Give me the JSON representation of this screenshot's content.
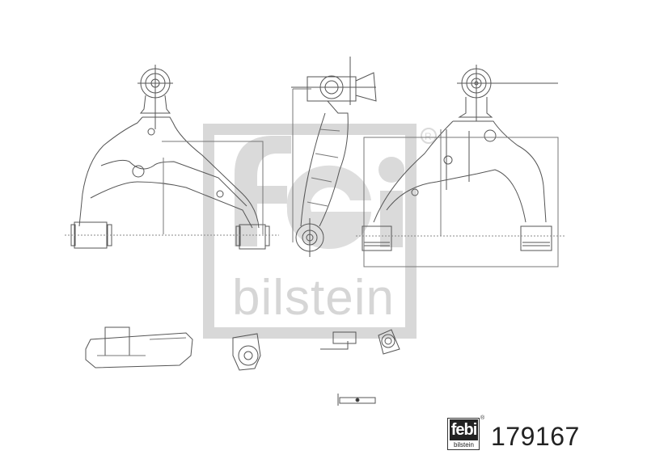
{
  "diagram": {
    "type": "technical-drawing",
    "subject": "Control arm / wishbone with bushings and ball joint",
    "views": [
      {
        "name": "front-view-left-arm"
      },
      {
        "name": "side-view-arm"
      },
      {
        "name": "rear-view-right-arm"
      },
      {
        "name": "detail-bracket"
      },
      {
        "name": "detail-bushing"
      },
      {
        "name": "detail-nut-section"
      },
      {
        "name": "detail-nut-top"
      },
      {
        "name": "detail-washer"
      }
    ]
  },
  "watermark": {
    "logo_text": "febi",
    "brand_text": "bilstein",
    "color": "#d6d6d6"
  },
  "footer": {
    "logo_text": "febi",
    "logo_subtext": "bilstein",
    "registered_mark": "®",
    "part_number": "179167"
  },
  "colors": {
    "line": "#555555",
    "watermark": "#d6d6d6",
    "text": "#222222"
  }
}
